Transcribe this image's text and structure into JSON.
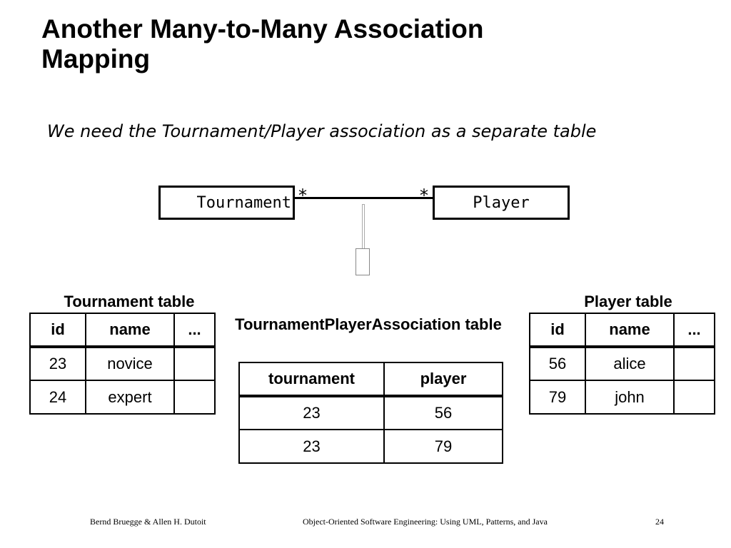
{
  "slide": {
    "title": "Another Many-to-Many Association\nMapping",
    "subtitle": "We need the Tournament/Player association as a separate table"
  },
  "uml": {
    "left_class": "Tournament",
    "right_class": "Player",
    "left_multiplicity": "*",
    "right_multiplicity": "*"
  },
  "tournament_table": {
    "caption": "Tournament table",
    "columns": [
      "id",
      "name",
      "..."
    ],
    "rows": [
      [
        "23",
        "novice",
        ""
      ],
      [
        "24",
        "expert",
        ""
      ]
    ]
  },
  "association_table": {
    "caption": "TournamentPlayerAssociation table",
    "columns": [
      "tournament",
      "player"
    ],
    "rows": [
      [
        "23",
        "56"
      ],
      [
        "23",
        "79"
      ]
    ]
  },
  "player_table": {
    "caption": "Player table",
    "columns": [
      "id",
      "name",
      "..."
    ],
    "rows": [
      [
        "56",
        "alice",
        ""
      ],
      [
        "79",
        "john",
        ""
      ]
    ]
  },
  "footer": {
    "authors": "Bernd Bruegge & Allen H. Dutoit",
    "book": "Object-Oriented Software Engineering: Using UML, Patterns, and Java",
    "page": "24"
  }
}
